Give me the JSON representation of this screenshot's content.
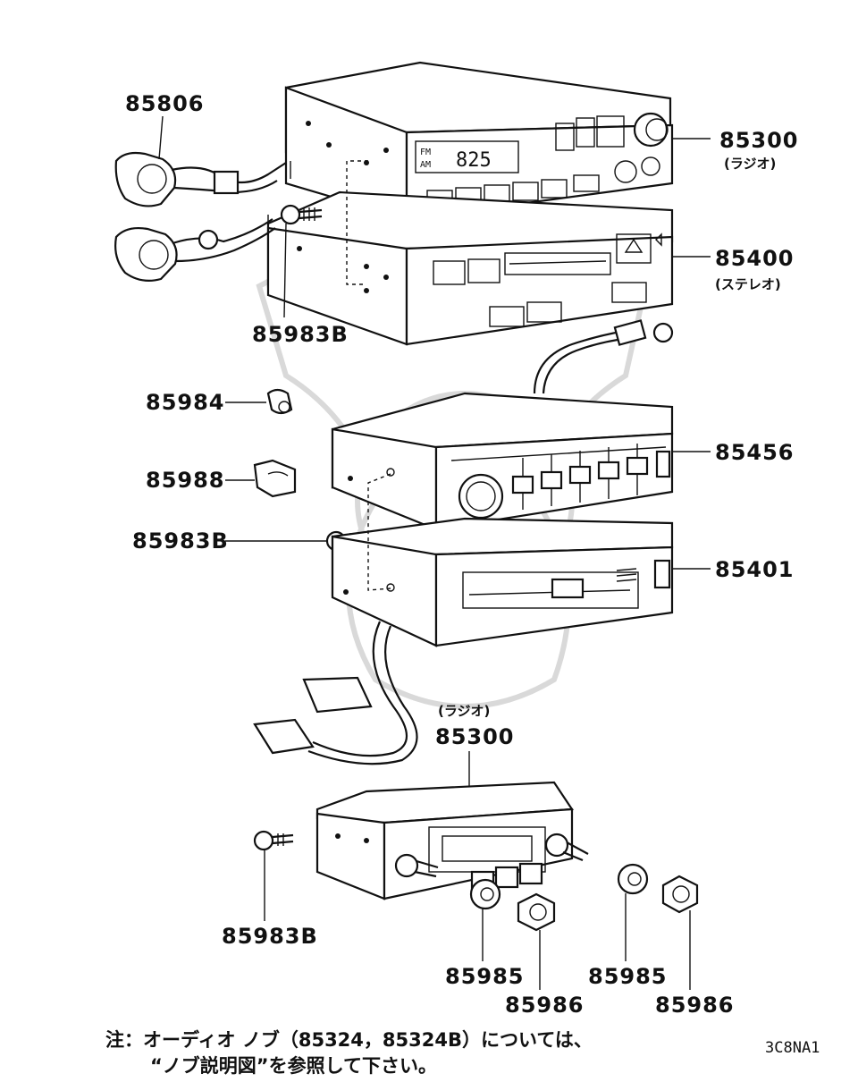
{
  "parts": {
    "p85806": "85806",
    "p85300_top": "85300",
    "p85300_top_sub": "(ラジオ)",
    "p85400": "85400",
    "p85400_sub": "(ステレオ)",
    "p85983B_a": "85983B",
    "p85984": "85984",
    "p85988": "85988",
    "p85456": "85456",
    "p85983B_b": "85983B",
    "p85401": "85401",
    "p85300_bottom_sub": "(ラジオ)",
    "p85300_bottom": "85300",
    "p85983B_c": "85983B",
    "p85985_a": "85985",
    "p85986_a": "85986",
    "p85985_b": "85985",
    "p85986_b": "85986"
  },
  "note": {
    "line1": "注：オーディオ ノブ（85324，85324B）については、",
    "line2": "“ノブ説明図”を参照して下さい。"
  },
  "diagram_code": "3C8NA1",
  "display": {
    "band_fm": "FM",
    "band_am": "AM",
    "frequency": "825"
  }
}
